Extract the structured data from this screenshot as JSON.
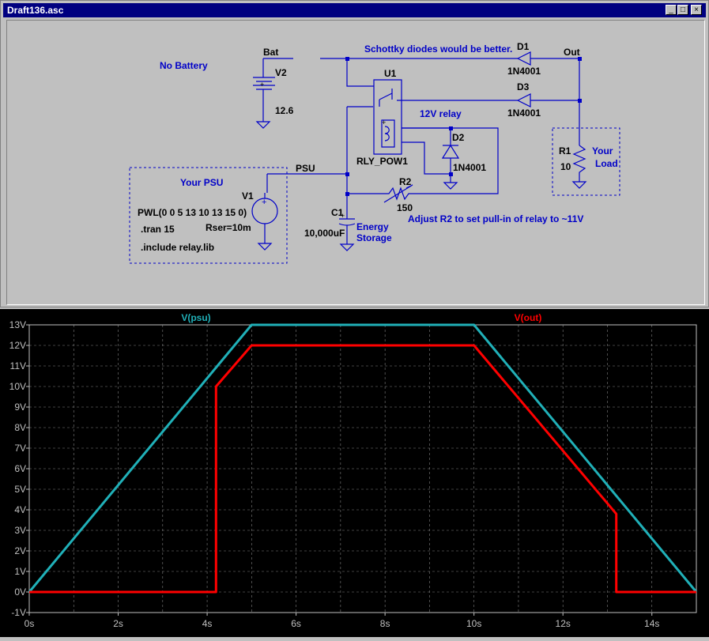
{
  "window": {
    "title": "Draft136.asc",
    "minimize": "_",
    "maximize": "□",
    "close": "×"
  },
  "schematic": {
    "colors": {
      "wire": "#0000c8",
      "text_blue": "#0000c8",
      "text_black": "#000000",
      "background": "#c0c0c0",
      "dashed": "#0000c8"
    },
    "labels": {
      "no_battery": "No Battery",
      "bat": "Bat",
      "v2": "V2",
      "v2_val": "12.6",
      "schottky": "Schottky diodes would be better.",
      "d1": "D1",
      "d1_val": "1N4001",
      "out": "Out",
      "u1": "U1",
      "d3": "D3",
      "d3_val": "1N4001",
      "relay": "12V relay",
      "d2": "D2",
      "d2_val": "1N4001",
      "rly": "RLY_POW1",
      "r1": "R1",
      "r1_val": "10",
      "your_load_1": "Your",
      "your_load_2": "Load",
      "psu": "PSU",
      "your_psu": "Your PSU",
      "v1": "V1",
      "pwl": "PWL(0 0 5 13 10 13 15 0)",
      "tran": ".tran 15",
      "rser": "Rser=10m",
      "include": ".include relay.lib",
      "c1": "C1",
      "c1_val": "10,000uF",
      "energy_1": "Energy",
      "energy_2": "Storage",
      "r2": "R2",
      "r2_val": "150",
      "adjust": "Adjust R2 to set pull-in of relay to ~11V"
    }
  },
  "chart_data": {
    "type": "line",
    "title": "",
    "xlabel": "",
    "ylabel": "",
    "xlim": [
      0,
      15
    ],
    "ylim": [
      -1,
      13
    ],
    "x_ticks": [
      0,
      2,
      4,
      6,
      8,
      10,
      12,
      14
    ],
    "x_tick_labels": [
      "0s",
      "2s",
      "4s",
      "6s",
      "8s",
      "10s",
      "12s",
      "14s"
    ],
    "y_ticks": [
      -1,
      0,
      1,
      2,
      3,
      4,
      5,
      6,
      7,
      8,
      9,
      10,
      11,
      12,
      13
    ],
    "y_tick_labels": [
      "-1V",
      "0V",
      "1V",
      "2V",
      "3V",
      "4V",
      "5V",
      "6V",
      "7V",
      "8V",
      "9V",
      "10V",
      "11V",
      "12V",
      "13V"
    ],
    "grid": true,
    "series": [
      {
        "name": "V(psu)",
        "color": "#20b0b8",
        "x": [
          0,
          5,
          10,
          15
        ],
        "y": [
          0,
          13,
          13,
          0
        ]
      },
      {
        "name": "V(out)",
        "color": "#ff0000",
        "x": [
          0,
          4.2,
          4.2,
          5.0,
          10.0,
          13.2,
          13.2,
          15
        ],
        "y": [
          0,
          0,
          10.0,
          12.0,
          12.0,
          3.8,
          0,
          0
        ]
      }
    ]
  }
}
